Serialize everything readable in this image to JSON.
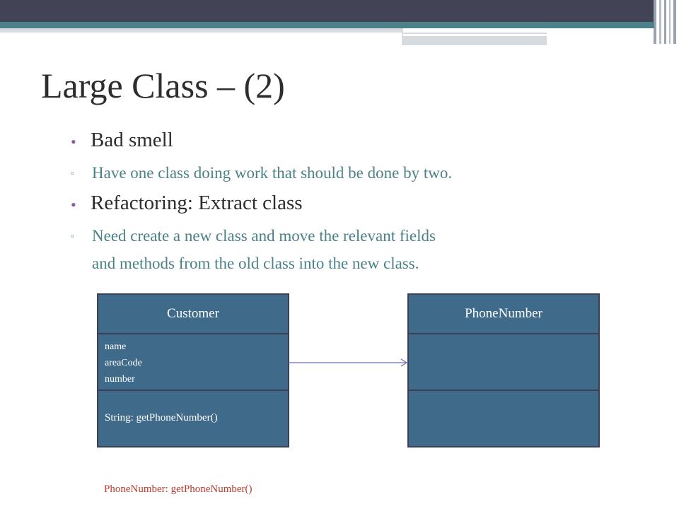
{
  "slide": {
    "title": "Large Class – (2)"
  },
  "bullets": [
    {
      "text": "Bad smell",
      "sub": [
        "Have one class doing work that should be done by two."
      ]
    },
    {
      "text": "Refactoring: Extract class",
      "sub": [
        "Need create a new class and move the relevant fields",
        "and methods from the old class into the new class."
      ]
    }
  ],
  "diagram": {
    "customer": {
      "name": "Customer",
      "attributes": [
        "name",
        "areaCode",
        "number"
      ],
      "operations": [
        "String: getPhoneNumber()"
      ]
    },
    "phone_number": {
      "name": "PhoneNumber",
      "attributes": [],
      "operations": []
    },
    "moved_operation": "PhoneNumber: getPhoneNumber()",
    "colors": {
      "box_fill": "#3f6a8a",
      "box_border": "#3a3f55",
      "arrow": "#6a6fb0",
      "moved_text": "#c0392b"
    }
  }
}
